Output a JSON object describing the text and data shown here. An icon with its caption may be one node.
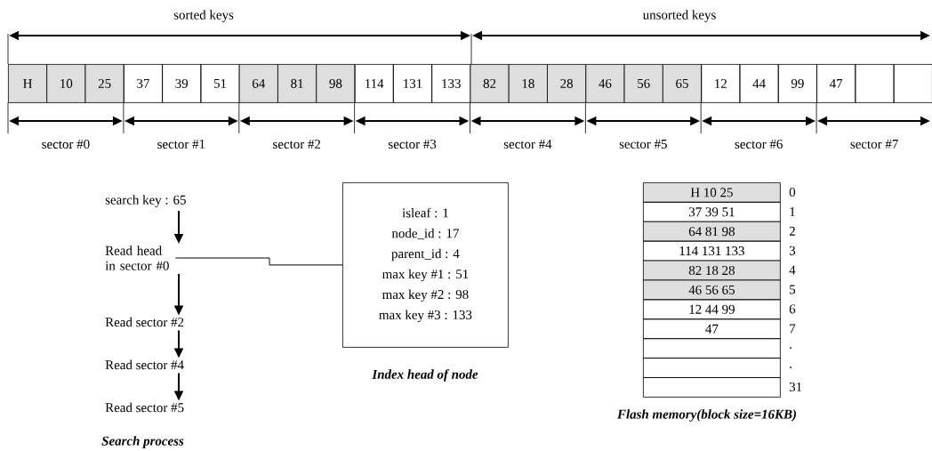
{
  "diagram": {
    "nodes": [
      {
        "text": [
          "H"
        ]
      },
      {
        "text": [
          "10"
        ]
      },
      {
        "text": [
          "25"
        ]
      },
      {
        "text": [
          "37"
        ]
      },
      {
        "text": [
          "39"
        ]
      },
      {
        "text": [
          "51"
        ]
      },
      {
        "text": [
          "64"
        ]
      },
      {
        "text": [
          "81"
        ]
      },
      {
        "text": [
          "98"
        ]
      },
      {
        "text": [
          "114"
        ]
      },
      {
        "text": [
          "131"
        ]
      },
      {
        "text": [
          "133"
        ]
      },
      {
        "text": [
          "82"
        ]
      },
      {
        "text": [
          "18"
        ]
      },
      {
        "text": [
          "28"
        ]
      },
      {
        "text": [
          "46"
        ]
      },
      {
        "text": [
          "56"
        ]
      },
      {
        "text": [
          "65"
        ]
      },
      {
        "text": [
          "12"
        ]
      },
      {
        "text": [
          "44"
        ]
      },
      {
        "text": [
          "99"
        ]
      },
      {
        "text": [
          "47"
        ]
      },
      {
        "text": [],
        "shape": "box"
      },
      {
        "text": [],
        "shape": "box"
      },
      {
        "text": [
          "search key : 65"
        ]
      },
      {
        "text": [
          "Read head in sector #0"
        ]
      },
      {
        "text": [
          "Read sector #2"
        ]
      },
      {
        "text": [
          "Read sector #4"
        ]
      },
      {
        "text": [
          "Read sector #5"
        ]
      },
      {
        "text": [
          "isleaf : 1",
          "node_id : 17",
          "parent_id : 4",
          "max key #1 :   51",
          "max key #2 :   98",
          "max key #3 : 133"
        ],
        "beside": [
          "Index head of node"
        ]
      },
      {
        "text": [
          "H 10 25"
        ]
      },
      {
        "text": [
          "37 39 51"
        ]
      },
      {
        "text": [
          "64 81 98"
        ]
      },
      {
        "text": [
          "114 131 133"
        ]
      },
      {
        "text": [
          "82 18 28"
        ]
      },
      {
        "text": [
          "46 56 65"
        ]
      },
      {
        "text": [
          "12 44 99"
        ]
      },
      {
        "text": [
          "47"
        ]
      },
      {
        "text": [],
        "shape": "box"
      },
      {
        "text": [],
        "shape": "box"
      },
      {
        "text": [],
        "shape": "box"
      }
    ],
    "edges": [
      {
        "from": 24,
        "to": 25,
        "arrow": "to"
      },
      {
        "from": 25,
        "to": 26,
        "arrow": "to"
      },
      {
        "from": 26,
        "to": 27,
        "arrow": "to"
      },
      {
        "from": 27,
        "to": 28,
        "arrow": "to"
      },
      {
        "from": 25,
        "to": 29,
        "arrow": "none"
      }
    ],
    "labels": [
      "sorted keys",
      "unsorted keys",
      "sector #0",
      "sector #1",
      "sector #2",
      "sector #3",
      "sector #4",
      "sector #5",
      "sector #6",
      "sector #7",
      "0",
      "1",
      "2",
      "3",
      "4",
      "5",
      "6",
      "7",
      ".",
      ".",
      "31",
      "Search process",
      "Flash memory(block size=16KB)"
    ]
  }
}
